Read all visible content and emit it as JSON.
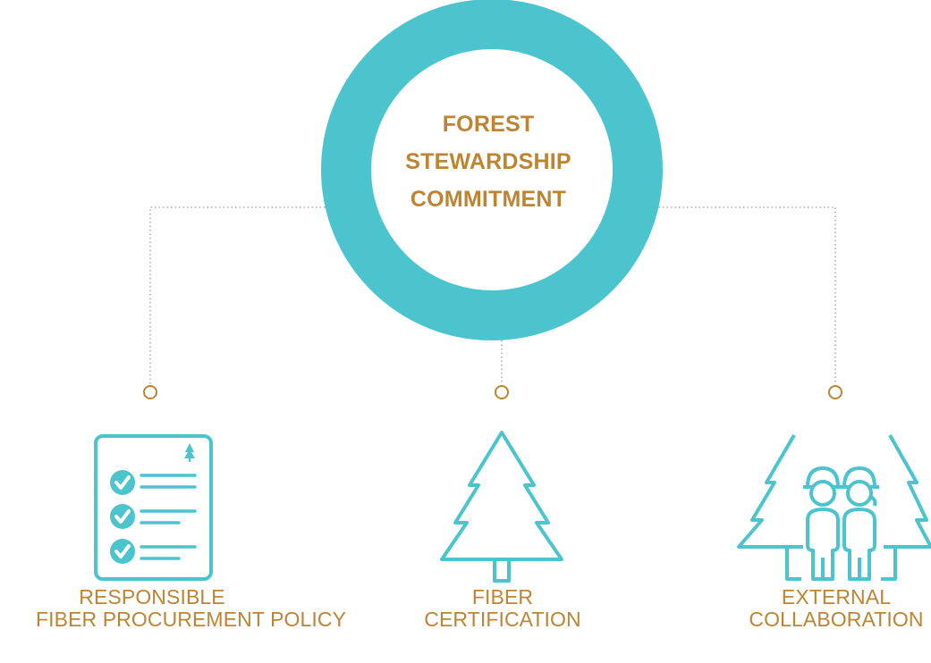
{
  "center": {
    "lines": [
      "FOREST",
      "STEWARDSHIP",
      "COMMITMENT"
    ]
  },
  "branches": [
    {
      "icon": "policy-checklist-icon",
      "lines": [
        "RESPONSIBLE",
        "FIBER PROCUREMENT POLICY"
      ]
    },
    {
      "icon": "tree-icon",
      "lines": [
        "FIBER",
        "CERTIFICATION"
      ]
    },
    {
      "icon": "people-trees-icon",
      "lines": [
        "EXTERNAL",
        "COLLABORATION"
      ]
    }
  ],
  "colors": {
    "teal": "#4CC4CD",
    "gold": "#BC8433",
    "dots": "#9A9A9A"
  }
}
